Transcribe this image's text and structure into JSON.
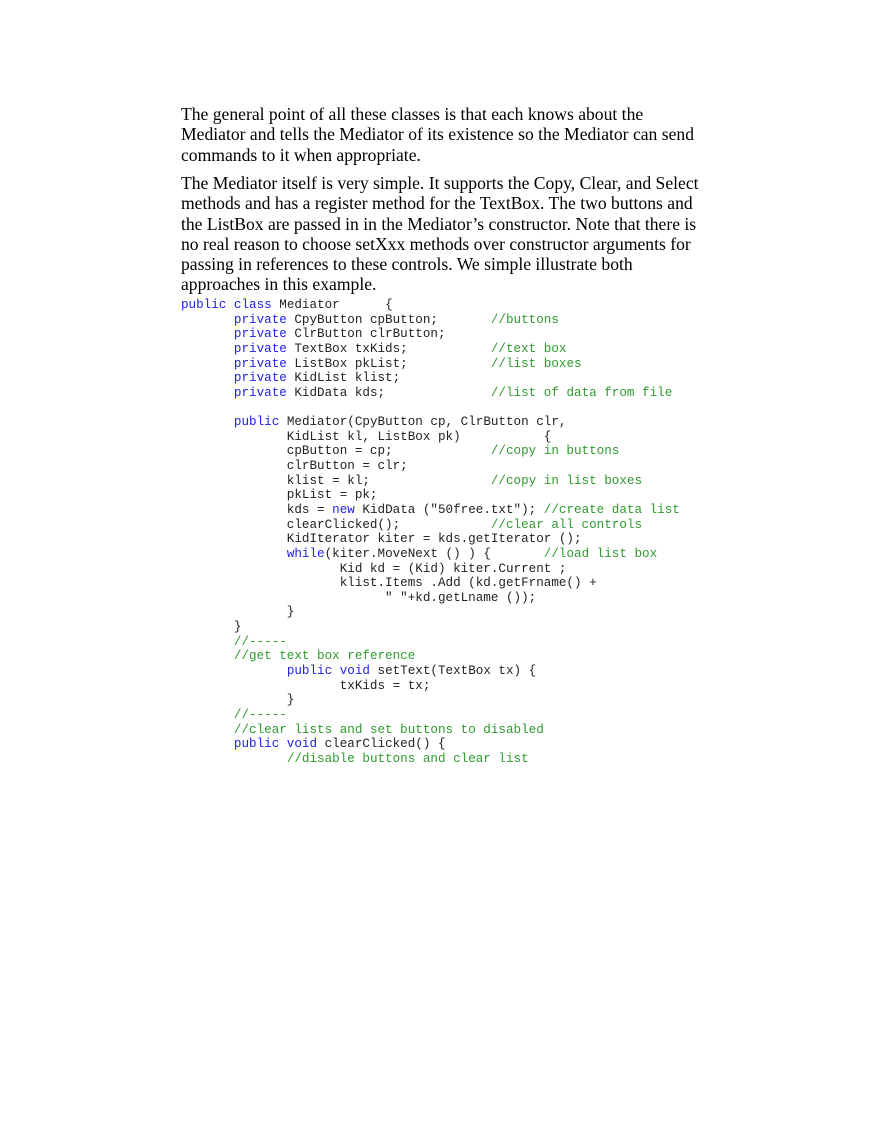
{
  "paragraphs": [
    [
      "The general point of all these classes is that each knows about the",
      "Mediator and tells the Mediator of its existence so the Mediator can send",
      "commands to it when appropriate."
    ],
    [
      "The Mediator itself is very simple. It supports the Copy, Clear, and Select",
      "methods and has a register method for the TextBox. The two buttons and",
      "the ListBox are passed in in the Mediator’s constructor. Note that there is",
      "no real reason to choose setXxx methods over constructor arguments for",
      "passing in references to these controls. We simple illustrate both",
      "approaches in this example."
    ]
  ],
  "colors": {
    "keyword": "#2020e8",
    "comment": "#2e9a2e",
    "text": "#222222"
  },
  "code": [
    [
      [
        "kw",
        "public class"
      ],
      [
        "t",
        " Mediator      {"
      ]
    ],
    [
      [
        "t",
        "       "
      ],
      [
        "kw",
        "private"
      ],
      [
        "t",
        " CpyButton cpButton;       "
      ],
      [
        "cm",
        "//buttons"
      ]
    ],
    [
      [
        "t",
        "       "
      ],
      [
        "kw",
        "private"
      ],
      [
        "t",
        " ClrButton clrButton;"
      ]
    ],
    [
      [
        "t",
        "       "
      ],
      [
        "kw",
        "private"
      ],
      [
        "t",
        " TextBox txKids;           "
      ],
      [
        "cm",
        "//text box"
      ]
    ],
    [
      [
        "t",
        "       "
      ],
      [
        "kw",
        "private"
      ],
      [
        "t",
        " ListBox pkList;           "
      ],
      [
        "cm",
        "//list boxes"
      ]
    ],
    [
      [
        "t",
        "       "
      ],
      [
        "kw",
        "private"
      ],
      [
        "t",
        " KidList klist;"
      ]
    ],
    [
      [
        "t",
        "       "
      ],
      [
        "kw",
        "private"
      ],
      [
        "t",
        " KidData kds;              "
      ],
      [
        "cm",
        "//list of data from file"
      ]
    ],
    [],
    [
      [
        "t",
        "       "
      ],
      [
        "kw",
        "public"
      ],
      [
        "t",
        " Mediator(CpyButton cp, ClrButton clr,"
      ]
    ],
    [
      [
        "t",
        "              KidList kl, ListBox pk)           {"
      ]
    ],
    [
      [
        "t",
        "              cpButton = cp;             "
      ],
      [
        "cm",
        "//copy in buttons"
      ]
    ],
    [
      [
        "t",
        "              clrButton = clr;"
      ]
    ],
    [
      [
        "t",
        "              klist = kl;                "
      ],
      [
        "cm",
        "//copy in list boxes"
      ]
    ],
    [
      [
        "t",
        "              pkList = pk;"
      ]
    ],
    [
      [
        "t",
        "              kds = "
      ],
      [
        "kw",
        "new"
      ],
      [
        "t",
        " KidData (\"50free.txt\"); "
      ],
      [
        "cm",
        "//create data list"
      ]
    ],
    [
      [
        "t",
        "              clearClicked();            "
      ],
      [
        "cm",
        "//clear all controls"
      ]
    ],
    [
      [
        "t",
        "              KidIterator kiter = kds.getIterator ();"
      ]
    ],
    [
      [
        "t",
        "              "
      ],
      [
        "kw",
        "while"
      ],
      [
        "t",
        "(kiter.MoveNext () ) {       "
      ],
      [
        "cm",
        "//load list box"
      ]
    ],
    [
      [
        "t",
        "                     Kid kd = (Kid) kiter.Current ;"
      ]
    ],
    [
      [
        "t",
        "                     klist.Items .Add (kd.getFrname() +"
      ]
    ],
    [
      [
        "t",
        "                           \" \"+kd.getLname ());"
      ]
    ],
    [
      [
        "t",
        "              }"
      ]
    ],
    [
      [
        "t",
        "       }"
      ]
    ],
    [
      [
        "t",
        "       "
      ],
      [
        "cm",
        "//-----"
      ]
    ],
    [
      [
        "t",
        "       "
      ],
      [
        "cm",
        "//get text box reference"
      ]
    ],
    [
      [
        "t",
        "              "
      ],
      [
        "kw",
        "public void"
      ],
      [
        "t",
        " setText(TextBox tx) {"
      ]
    ],
    [
      [
        "t",
        "                     txKids = tx;"
      ]
    ],
    [
      [
        "t",
        "              }"
      ]
    ],
    [
      [
        "t",
        "       "
      ],
      [
        "cm",
        "//-----"
      ]
    ],
    [
      [
        "t",
        "       "
      ],
      [
        "cm",
        "//clear lists and set buttons to disabled"
      ]
    ],
    [
      [
        "t",
        "       "
      ],
      [
        "kw",
        "public void"
      ],
      [
        "t",
        " clearClicked() {"
      ]
    ],
    [
      [
        "t",
        "              "
      ],
      [
        "cm",
        "//disable buttons and clear list"
      ]
    ]
  ]
}
